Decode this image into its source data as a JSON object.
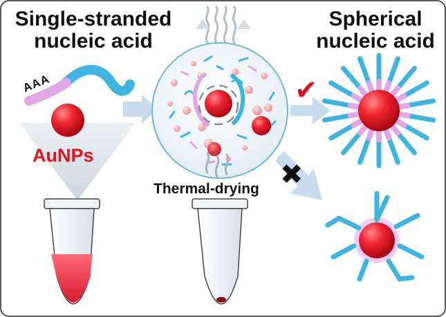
{
  "labels": {
    "left_title_line1": "Single-stranded",
    "left_title_line2": "nucleic acid",
    "right_title_line1": "Spherical",
    "right_title_line2": "nucleic acid",
    "poly_a": "AAA",
    "particle": "AuNPs",
    "process": "Thermal-drying",
    "success_mark": "✔",
    "fail_mark": "✖"
  },
  "colors": {
    "gold_particle": "#e8202a",
    "dna_strand": "#3cb6e0",
    "poly_a_segment": "#e0a6e6",
    "arrow": "#c9dcef",
    "tube_liquid": "#ef3b4e",
    "text_red": "#e3121b"
  },
  "icons": [
    "steam-icon",
    "test-tube-icon",
    "arrow-icon",
    "check-icon",
    "cross-icon",
    "gold-nanoparticle-icon"
  ]
}
